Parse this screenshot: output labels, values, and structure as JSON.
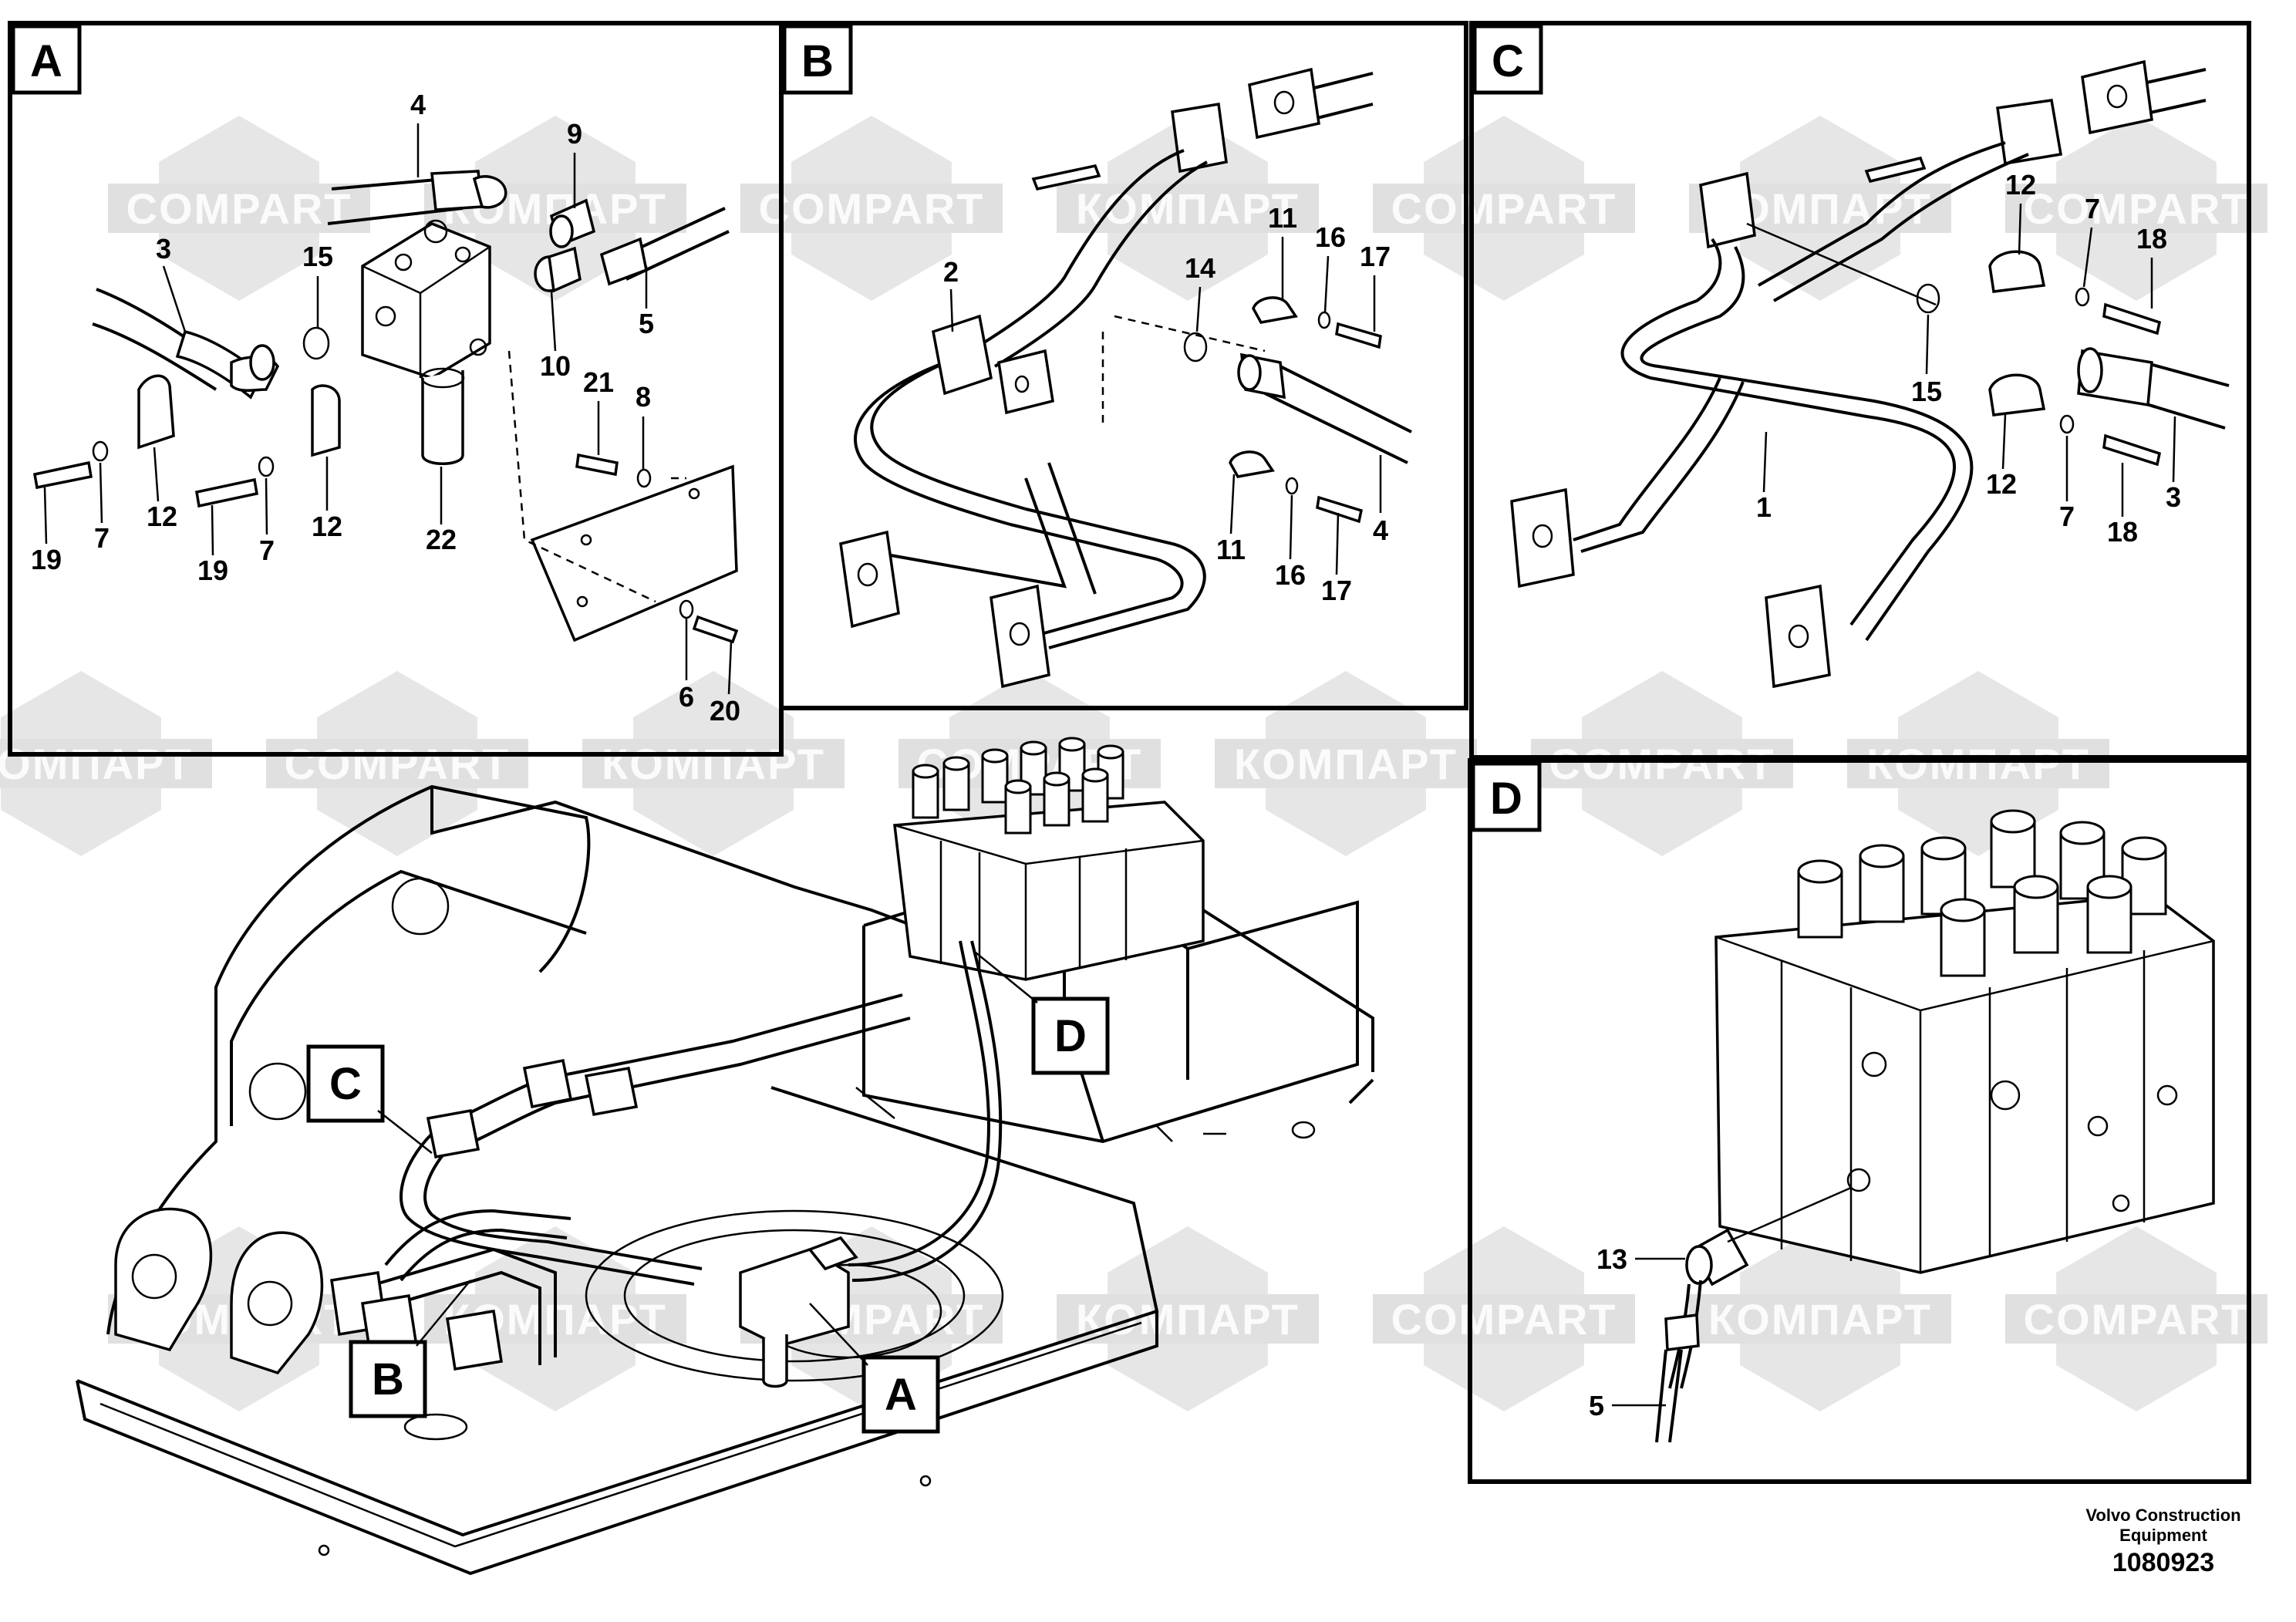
{
  "diagram": {
    "panels": [
      {
        "letter": "A"
      },
      {
        "letter": "B"
      },
      {
        "letter": "C"
      },
      {
        "letter": "D"
      }
    ],
    "callouts": [
      "A",
      "B",
      "C",
      "D"
    ],
    "watermark": [
      "COMPART",
      "КОМПАРТ"
    ],
    "panel_a_labels": [
      "4",
      "9",
      "3",
      "15",
      "5",
      "10",
      "21",
      "8",
      "12",
      "7",
      "19",
      "12",
      "19",
      "7",
      "22",
      "6",
      "20"
    ],
    "panel_b_labels": [
      "2",
      "11",
      "16",
      "17",
      "14",
      "4",
      "11",
      "16",
      "17"
    ],
    "panel_c_labels": [
      "12",
      "7",
      "18",
      "15",
      "12",
      "7",
      "18",
      "3",
      "1"
    ],
    "panel_d_labels": [
      "13",
      "5"
    ],
    "footer": {
      "company": "Volvo Construction Equipment",
      "drawing_number": "1080923"
    }
  }
}
